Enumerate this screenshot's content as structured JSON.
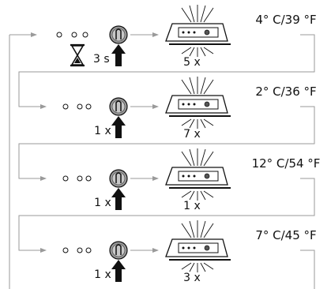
{
  "steps": [
    {
      "press_label": "3 s",
      "blink_label": "5 x",
      "temp_label": "4° C/39 °F",
      "has_timer": true
    },
    {
      "press_label": "1 x",
      "blink_label": "7 x",
      "temp_label": "2° C/36 °F",
      "has_timer": false
    },
    {
      "press_label": "1 x",
      "blink_label": "1 x",
      "temp_label": "12° C/54 °F",
      "has_timer": false
    },
    {
      "press_label": "1 x",
      "blink_label": "3 x",
      "temp_label": "7° C/45 °F",
      "has_timer": false
    }
  ]
}
